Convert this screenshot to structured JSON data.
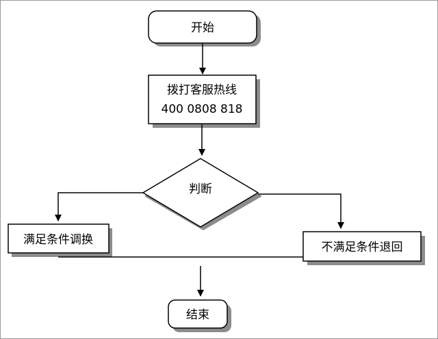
{
  "flowchart": {
    "start": {
      "label": "开始"
    },
    "call": {
      "line1": "拨打客服热线",
      "line2": "400 0808 818"
    },
    "decision": {
      "label": "判断"
    },
    "branch_yes": {
      "label": "满足条件调换"
    },
    "branch_no": {
      "label": "不满足条件退回"
    },
    "end": {
      "label": "结束"
    }
  },
  "colors": {
    "stroke": "#000000",
    "shadow": "#8c8c8c",
    "fill": "#ffffff",
    "frame": "#9a9a9a"
  }
}
